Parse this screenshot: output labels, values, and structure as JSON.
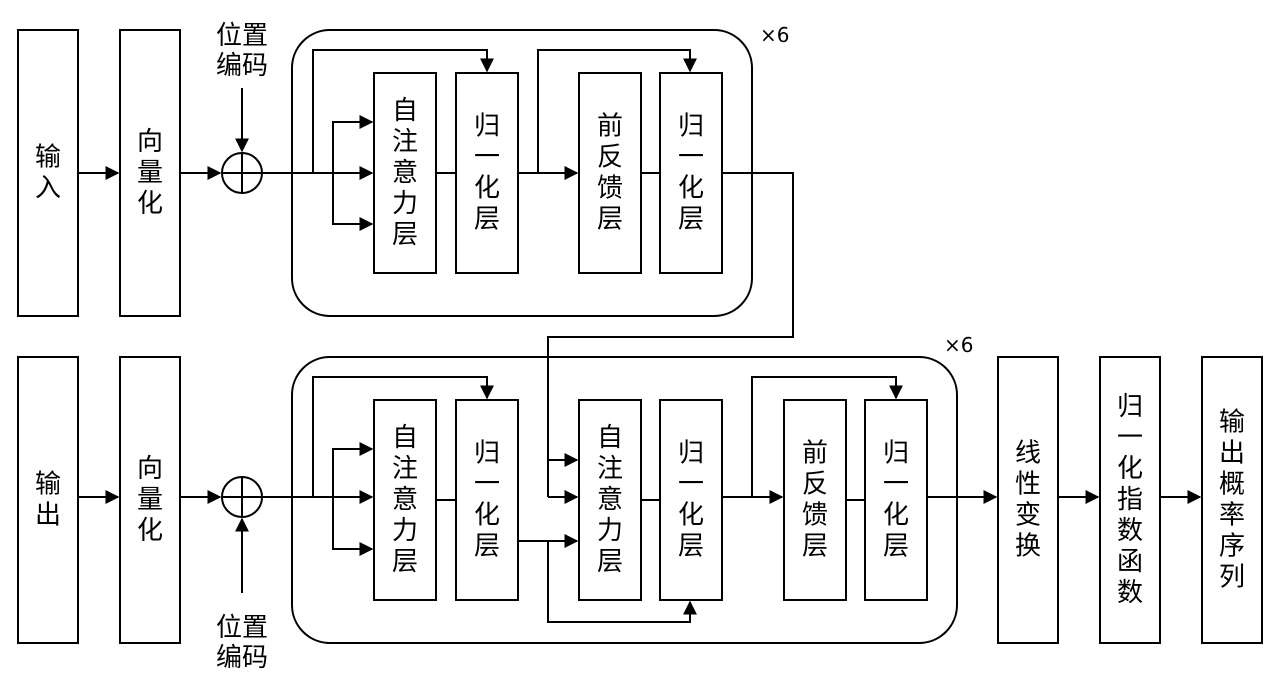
{
  "encoder": {
    "input": "输入",
    "embed": "向量化",
    "pos_enc": "位置编码",
    "self_attn": "自注意力层",
    "norm1": "归一化层",
    "ffn": "前反馈层",
    "norm2": "归一化层",
    "repeat": "×6"
  },
  "decoder": {
    "output": "输出",
    "embed": "向量化",
    "pos_enc": "位置编码",
    "self_attn": "自注意力层",
    "norm1": "归一化层",
    "cross_attn": "自注意力层",
    "norm2": "归一化层",
    "ffn": "前反馈层",
    "norm3": "归一化层",
    "repeat": "×6"
  },
  "head": {
    "linear": "线性变换",
    "softmax": "归一化指数函数",
    "probs": "输出概率序列"
  }
}
